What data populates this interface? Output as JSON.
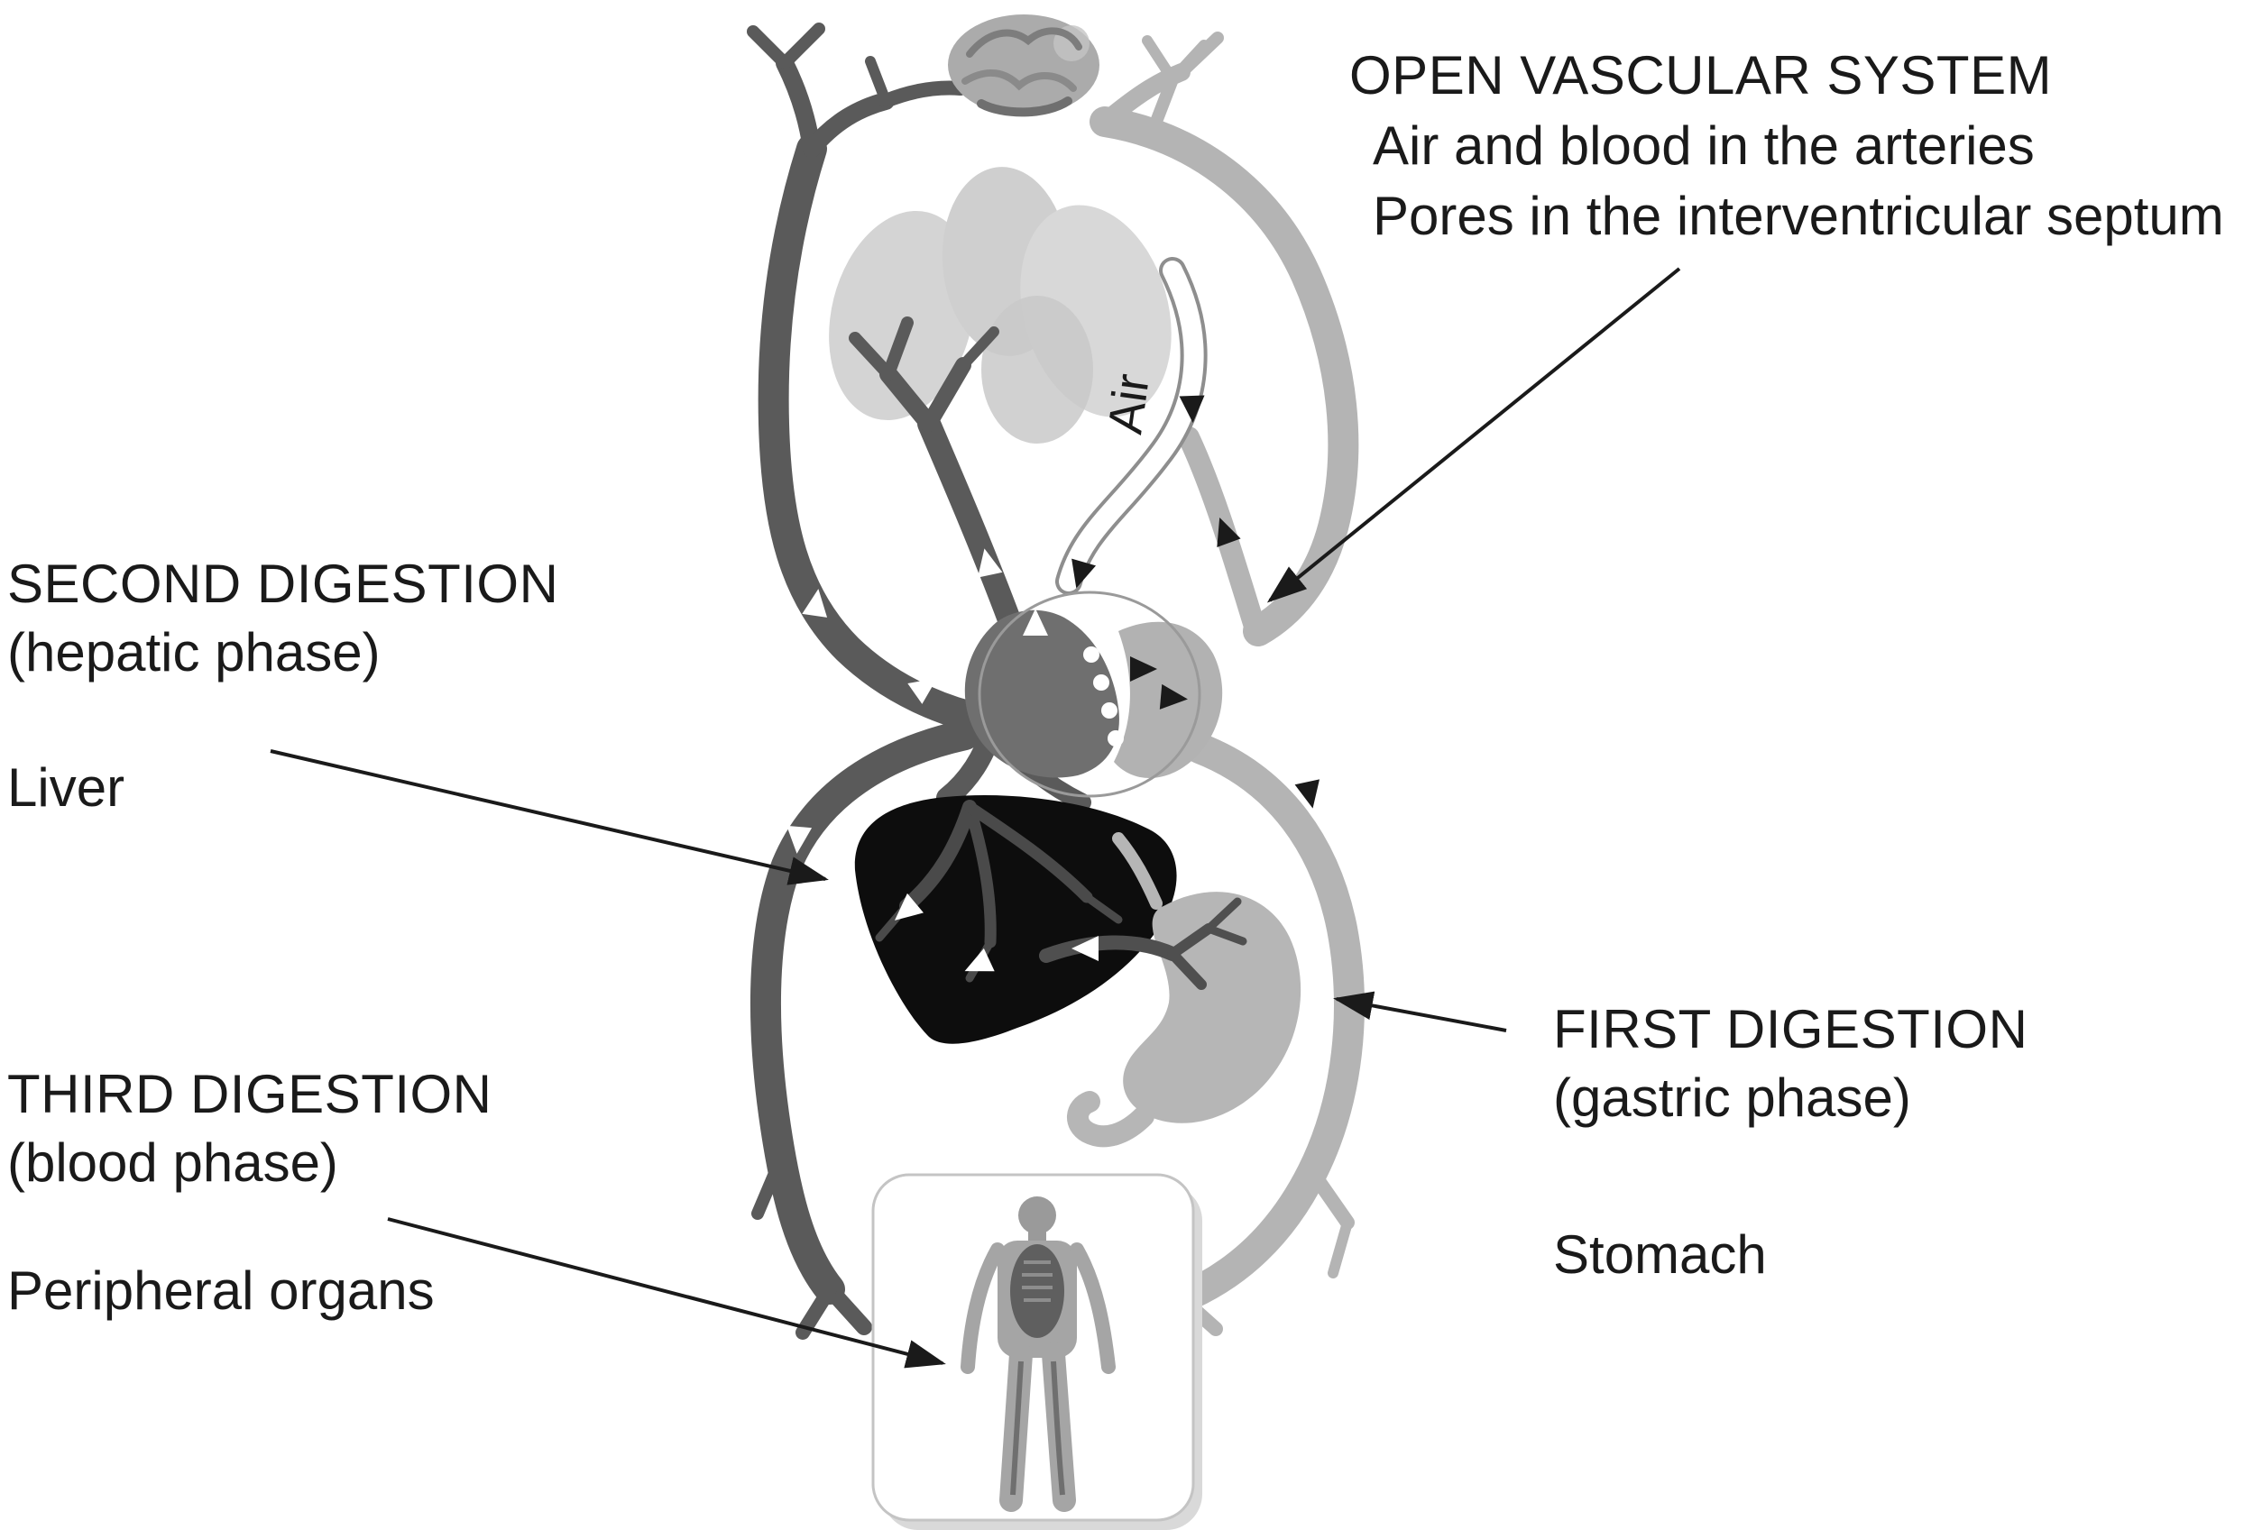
{
  "figure": {
    "type": "anatomical-physiology-diagram",
    "background": "#ffffff",
    "labels": {
      "open_vascular_title": "OPEN VASCULAR SYSTEM",
      "open_vascular_line1": "Air and blood in the arteries",
      "open_vascular_line2": "Pores in the interventricular septum",
      "second_digestion_title": "SECOND DIGESTION",
      "second_digestion_sub": "(hepatic phase)",
      "second_digestion_organ": "Liver",
      "third_digestion_title": "THIRD DIGESTION",
      "third_digestion_sub": "(blood phase)",
      "third_digestion_organ": "Peripheral organs",
      "first_digestion_title": "FIRST DIGESTION",
      "first_digestion_sub": "(gastric phase)",
      "first_digestion_organ": "Stomach",
      "air": "Air"
    },
    "colors": {
      "veins_dark": "#5a5a5a",
      "arteries_light": "#b4b4b4",
      "liver_black": "#0d0d0d",
      "stomach_gray": "#b6b6b6",
      "lungs_gray": "#d2d2d2",
      "heart_left_dark": "#6f6f6f",
      "heart_right_light": "#b2b2b2",
      "brain_gray": "#a8a8a8",
      "text": "#1a1a1a",
      "annotation_arrow": "#1a1a1a",
      "flow_arrow_on_dark": "#ffffff",
      "flow_arrow_on_light": "#1a1a1a"
    }
  }
}
